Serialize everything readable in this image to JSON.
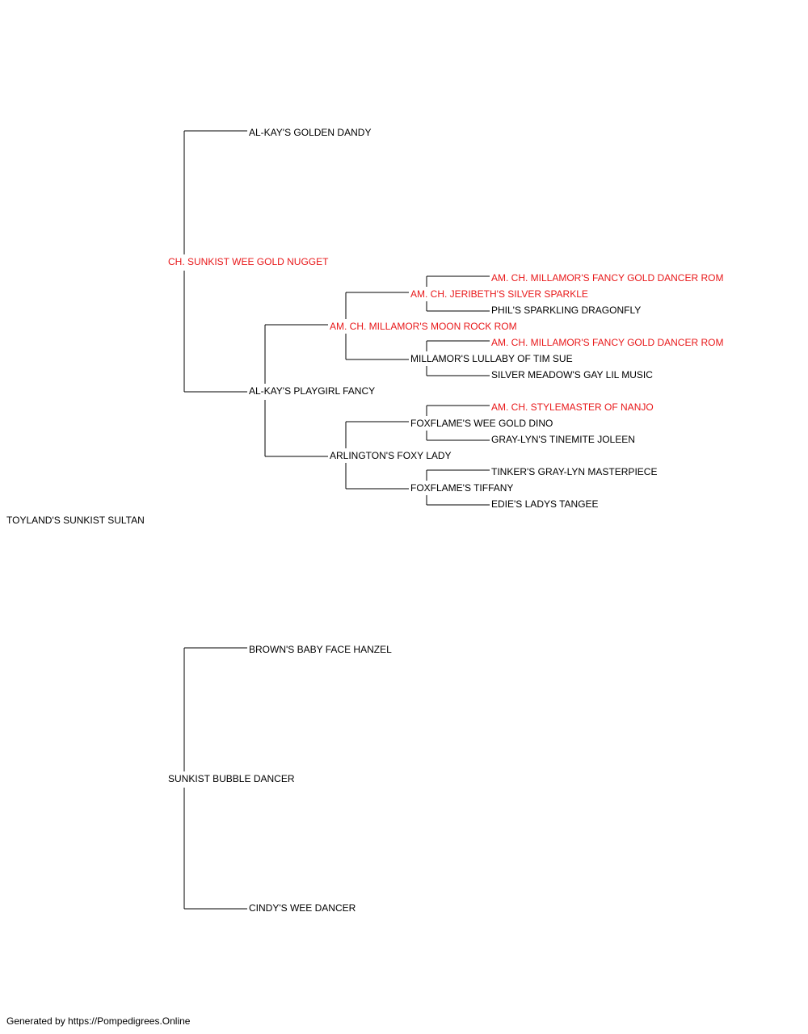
{
  "pedigree": {
    "subject": {
      "name": "TOYLAND'S SUNKIST SULTAN",
      "champion": false
    },
    "sire": {
      "name": "CH. SUNKIST WEE GOLD NUGGET",
      "champion": true
    },
    "sire_sire": {
      "name": "AL-KAY'S GOLDEN DANDY",
      "champion": false
    },
    "sire_dam": {
      "name": "AL-KAY'S PLAYGIRL FANCY",
      "champion": false
    },
    "sire_dam_sire": {
      "name": "AM. CH. MILLAMOR'S MOON ROCK ROM",
      "champion": true
    },
    "sire_dam_sire_sire": {
      "name": "AM. CH. JERIBETH'S SILVER SPARKLE",
      "champion": true
    },
    "sire_dam_sire_sire_sire": {
      "name": "AM. CH. MILLAMOR'S FANCY GOLD DANCER ROM",
      "champion": true
    },
    "sire_dam_sire_sire_dam": {
      "name": "PHIL'S SPARKLING DRAGONFLY",
      "champion": false
    },
    "sire_dam_sire_dam": {
      "name": "MILLAMOR'S LULLABY OF TIM SUE",
      "champion": false
    },
    "sire_dam_sire_dam_sire": {
      "name": "AM. CH. MILLAMOR'S FANCY GOLD DANCER ROM",
      "champion": true
    },
    "sire_dam_sire_dam_dam": {
      "name": "SILVER MEADOW'S GAY LIL MUSIC",
      "champion": false
    },
    "sire_dam_dam": {
      "name": "ARLINGTON'S FOXY LADY",
      "champion": false
    },
    "sire_dam_dam_sire": {
      "name": "FOXFLAME'S WEE GOLD DINO",
      "champion": false
    },
    "sire_dam_dam_sire_sire": {
      "name": "AM. CH. STYLEMASTER OF NANJO",
      "champion": true
    },
    "sire_dam_dam_sire_dam": {
      "name": "GRAY-LYN'S TINEMITE JOLEEN",
      "champion": false
    },
    "sire_dam_dam_dam": {
      "name": "FOXFLAME'S TIFFANY",
      "champion": false
    },
    "sire_dam_dam_dam_sire": {
      "name": "TINKER'S GRAY-LYN MASTERPIECE",
      "champion": false
    },
    "sire_dam_dam_dam_dam": {
      "name": "EDIE'S LADYS TANGEE",
      "champion": false
    },
    "dam": {
      "name": "SUNKIST BUBBLE DANCER",
      "champion": false
    },
    "dam_sire": {
      "name": "BROWN'S BABY FACE HANZEL",
      "champion": false
    },
    "dam_dam": {
      "name": "CINDY'S WEE DANCER",
      "champion": false
    }
  },
  "colors": {
    "champion": "#e8181a",
    "normal": "#000000",
    "line": "#000000"
  },
  "footer": "Generated by https://Pompedigrees.Online"
}
